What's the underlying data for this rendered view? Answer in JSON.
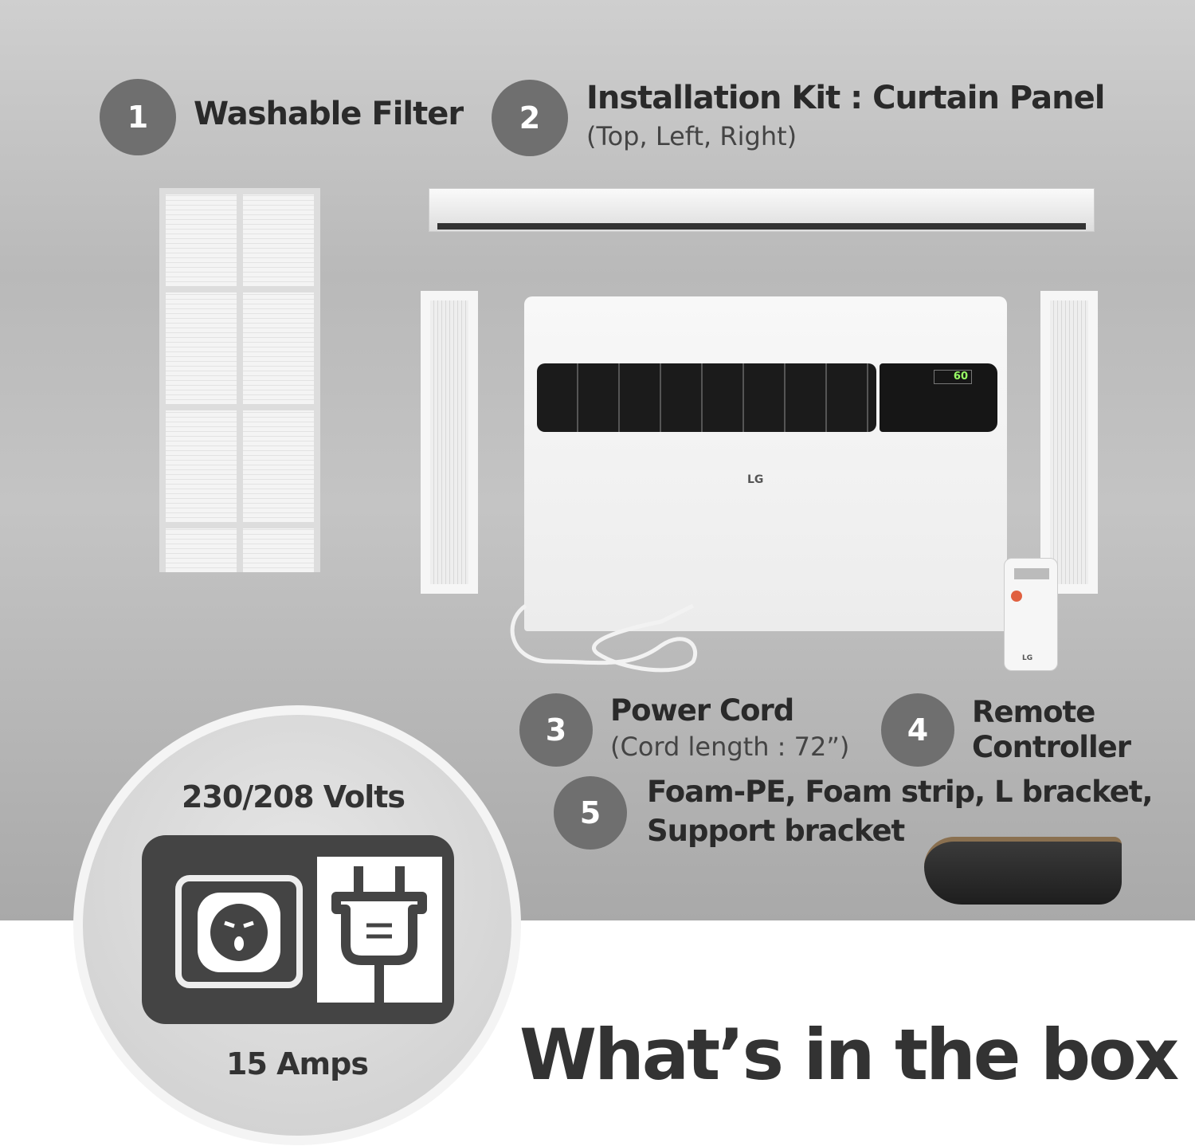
{
  "items": [
    {
      "number": "1",
      "title": "Washable Filter"
    },
    {
      "number": "2",
      "title": "Installation Kit : Curtain Panel",
      "subtitle": "(Top, Left, Right)"
    },
    {
      "number": "3",
      "title": "Power Cord",
      "subtitle": "(Cord length : 72”)"
    },
    {
      "number": "4",
      "title_line1": "Remote",
      "title_line2": "Controller"
    },
    {
      "number": "5",
      "title_line1": "Foam-PE, Foam strip, L bracket,",
      "title_line2": "Support bracket"
    }
  ],
  "power": {
    "voltage": "230/208 Volts",
    "amperage": "15 Amps"
  },
  "product": {
    "brand": "LG",
    "display_temp": "60",
    "remote_brand": "LG"
  },
  "footer": {
    "title": "What’s in the box"
  },
  "colors": {
    "badge": "#6f6f6f",
    "text": "#2a2a2a",
    "icon_dark": "#444444"
  }
}
